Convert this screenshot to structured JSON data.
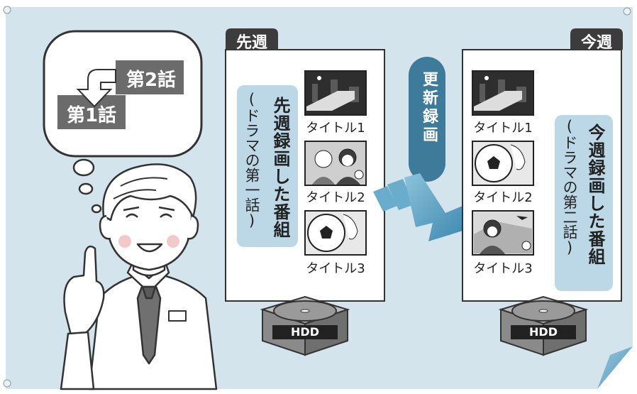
{
  "thought_bubble": {
    "episode2": "第2話",
    "episode1": "第1話"
  },
  "last_week": {
    "tab": "先週",
    "titles": [
      "タイトル1",
      "タイトル2",
      "タイトル3"
    ],
    "caption_main": "先週録画した番組",
    "caption_sub": "(ドラマの第一話)",
    "hdd": "HDD"
  },
  "update_label": "更新録画",
  "this_week": {
    "tab": "今週",
    "titles": [
      "タイトル1",
      "タイトル2",
      "タイトル3"
    ],
    "caption_main": "今週録画した番組",
    "caption_sub": "(ドラマの第二話)",
    "hdd": "HDD"
  },
  "colors": {
    "background": "#d3e4ec",
    "tab": "#3c3c3c",
    "caption_panel": "#bcd7e5",
    "update_pill": "#3e7a99",
    "arrow": "#4d93b6",
    "episode_box": "#6b6b6b",
    "disc": "#9a9a9a"
  }
}
